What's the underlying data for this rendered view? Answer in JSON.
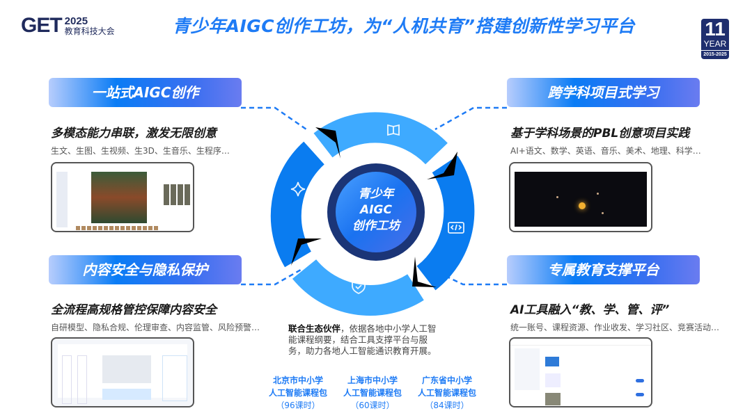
{
  "header": {
    "logo_mark": "GET",
    "logo_year": "2025",
    "logo_name": "教育科技大会",
    "title": "青少年AIGC创作工坊，为“人机共育”搭建创新性学习平台",
    "badge_number": "11",
    "badge_word": "YEAR",
    "badge_range": "2015-2025"
  },
  "center": {
    "line1": "青少年",
    "line2": "AIGC",
    "line3": "创作工坊"
  },
  "ring_icons": [
    "book-icon",
    "code-icon",
    "shield-check-icon",
    "sparkle-icon"
  ],
  "colors": {
    "accent": "#1e7bf5",
    "ring_light": "#3eaaff",
    "ring_dark": "#0a7cf0",
    "navy": "#1f2e6e"
  },
  "sections": {
    "tl": {
      "pill": "一站式AIGC创作",
      "subtitle": "多模态能力串联，激发无限创意",
      "detail": "生文、生图、生视频、生3D、生音乐、生程序…"
    },
    "tr": {
      "pill": "跨学科项目式学习",
      "subtitle": "基于学科场景的PBL创意项目实践",
      "detail": "AI+语文、数学、英语、音乐、美术、地理、科学…"
    },
    "bl": {
      "pill": "内容安全与隐私保护",
      "subtitle": "全流程高规格管控保障内容安全",
      "detail": "自研模型、隐私合规、伦理审查、内容监管、风险预警…"
    },
    "br": {
      "pill": "专属教育支撑平台",
      "subtitle": "AI工具融入“教、学、管、评”",
      "detail": "统一账号、课程资源、作业收发、学习社区、竞赛活动…"
    }
  },
  "partner": {
    "bold": "联合生态伙伴",
    "text": "，依据各地中小学人工智能课程纲要，结合工具支撑平台与服务，助力各地人工智能通识教育开展。"
  },
  "packages": [
    {
      "region": "北京市中小学",
      "name": "人工智能课程包",
      "hours": "（96课时）"
    },
    {
      "region": "上海市中小学",
      "name": "人工智能课程包",
      "hours": "（60课时）"
    },
    {
      "region": "广东省中小学",
      "name": "人工智能课程包",
      "hours": "（84课时）"
    }
  ]
}
